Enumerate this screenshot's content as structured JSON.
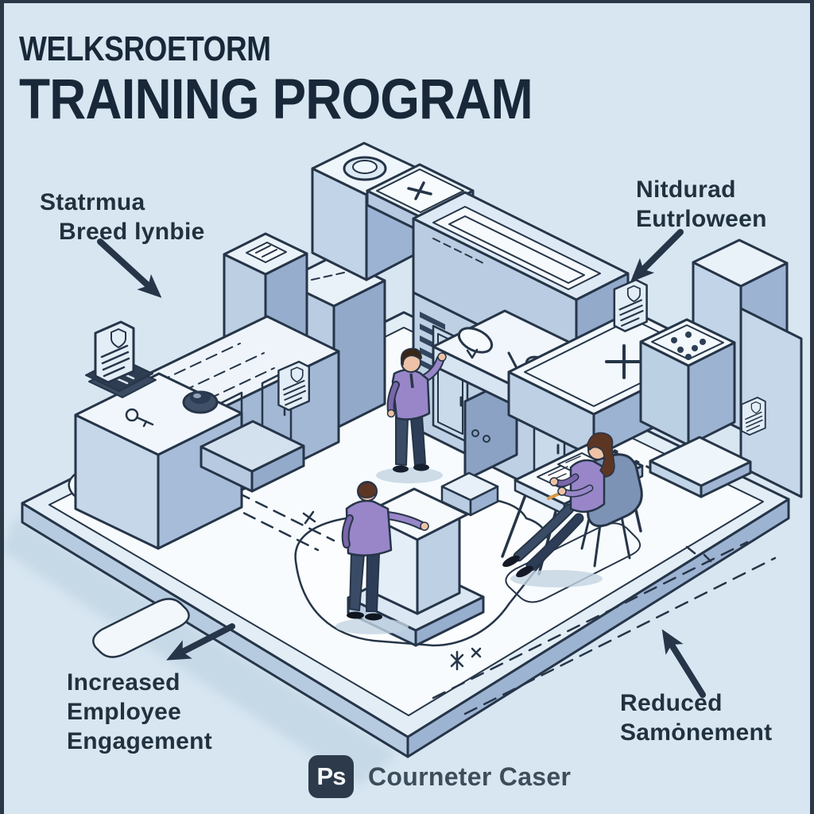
{
  "title": {
    "kicker": "WELKSROETORM",
    "main": "TRAINING PROGRAM"
  },
  "callouts": {
    "top_left": {
      "lines": [
        "Statrmua",
        "Breed lynbie"
      ]
    },
    "top_right": {
      "lines": [
        "Nitdurad",
        "Eutrloween"
      ]
    },
    "bottom_left": {
      "lines": [
        "Increased",
        "Employee",
        "Engagement"
      ]
    },
    "bottom_right": {
      "lines": [
        "Reduced",
        "Samȯnement"
      ]
    }
  },
  "footer": {
    "logo_text": "Ps",
    "brand_text": "Courneter Caser"
  },
  "icons": [
    "document-shield-icon",
    "plus-icon",
    "speech-bubble-icon",
    "key-icon",
    "dial-knob-icon",
    "arrow-icon",
    "ps-logo-icon"
  ],
  "colors": {
    "bg": "#d7e6f1",
    "ink": "#263548",
    "title": "#192838",
    "text": "#22313e",
    "surfW": "#f4f9fc",
    "surfL": "#dde9f4",
    "surfM": "#bed0e4",
    "surfD": "#9db3d2",
    "surfDD": "#8aa2c5",
    "purple": "#9886c9",
    "purpleD": "#7a66ab",
    "skin": "#eec2a6",
    "hairD": "#3a2718",
    "hairR": "#5d3523",
    "denim": "#3a4b66",
    "denimD": "#2e3d57",
    "shadow": "#b9cfdf",
    "badge": "#2d3a4b",
    "badgeText": "#f4f7fa",
    "footer": "#3e4d5a",
    "pencil": "#d69a4a"
  }
}
